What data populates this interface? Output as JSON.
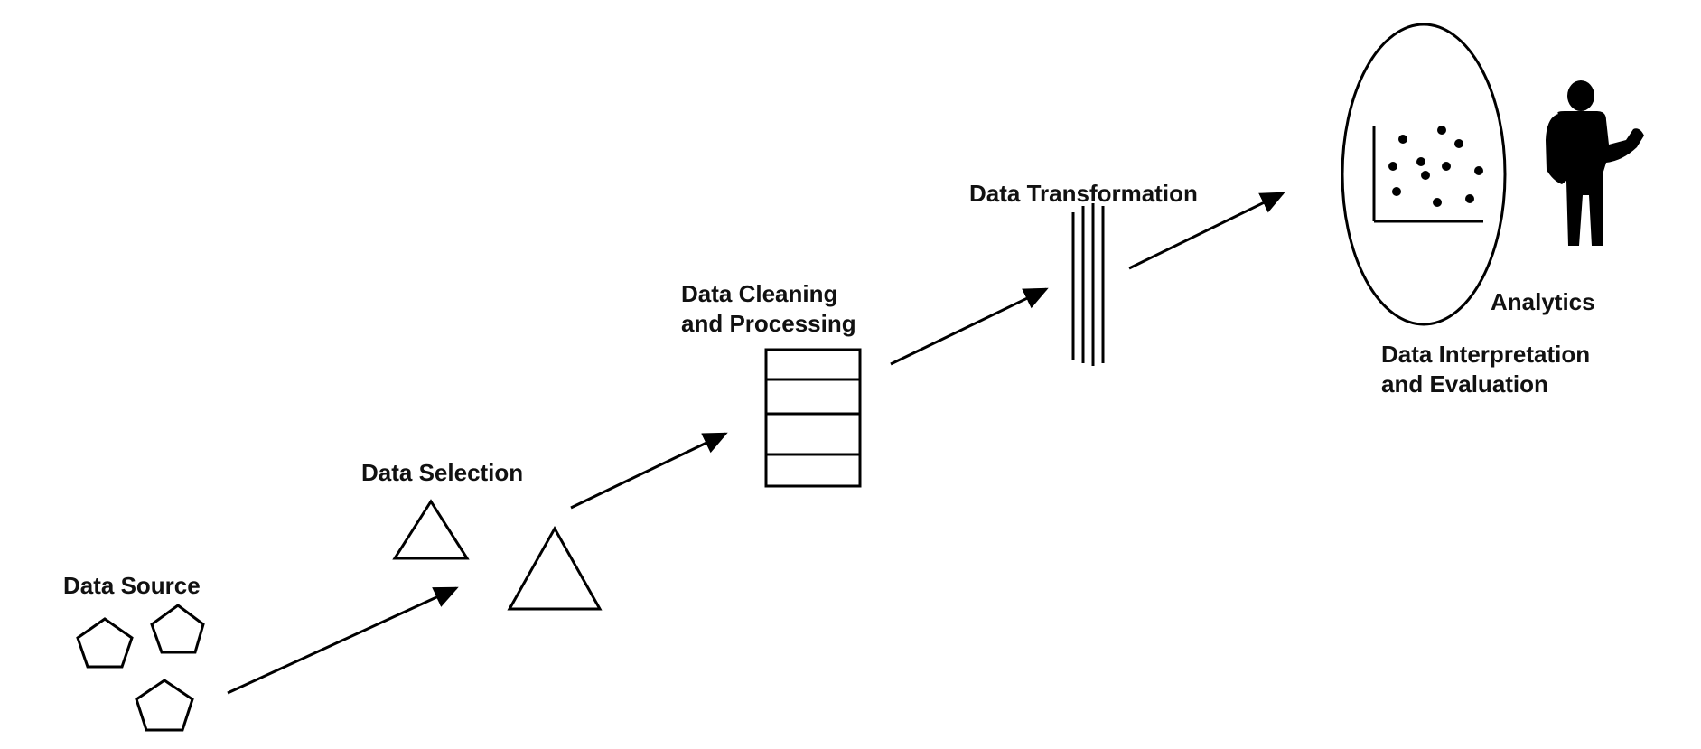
{
  "stages": {
    "source": {
      "label": "Data Source"
    },
    "selection": {
      "label": "Data Selection"
    },
    "cleaning": {
      "label_line1": "Data Cleaning",
      "label_line2": "and Processing"
    },
    "transformation": {
      "label": "Data Transformation"
    },
    "analytics": {
      "label": "Analytics"
    },
    "interpretation": {
      "label_line1": "Data Interpretation",
      "label_line2": "and Evaluation"
    }
  },
  "colors": {
    "ink": "#000000",
    "background": "#ffffff"
  }
}
